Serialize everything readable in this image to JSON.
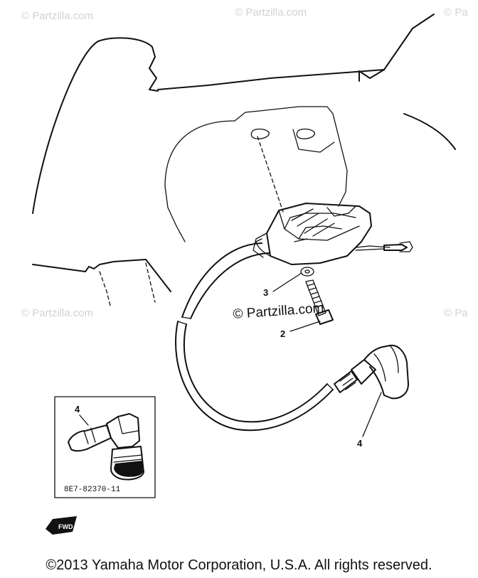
{
  "watermarks": {
    "top_left": "© Partzilla.com",
    "top_center": "© Partzilla.com",
    "top_right": "© Pa",
    "mid_left": "© Partzilla.com",
    "center": "© Partzilla.com",
    "mid_right": "© Pa"
  },
  "callouts": {
    "washer": "3",
    "bolt": "2",
    "cap_main": "4",
    "cap_inset": "4"
  },
  "inset": {
    "part_number": "8E7-82370-11"
  },
  "fwd_marker": {
    "label": "FWD"
  },
  "footer": {
    "copyright": "©2013  Yamaha Motor Corporation, U.S.A. All rights reserved."
  }
}
